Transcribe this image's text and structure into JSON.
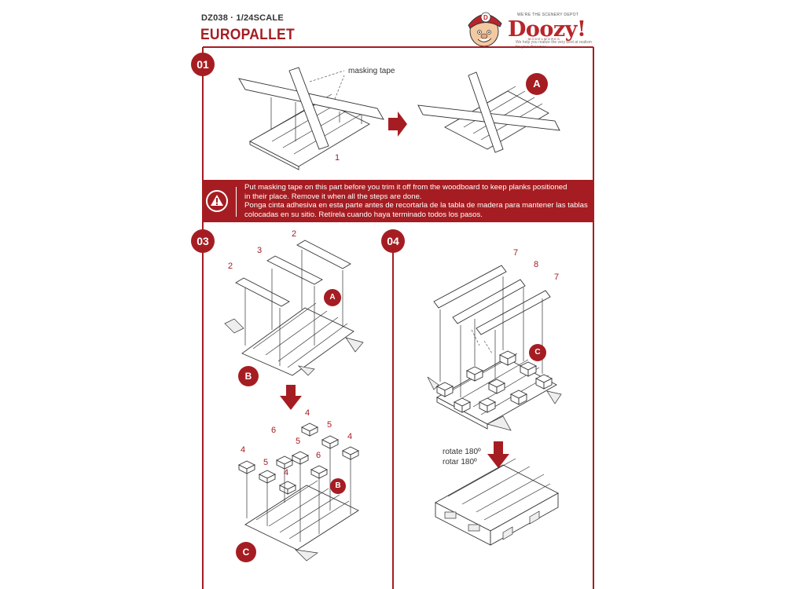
{
  "header": {
    "code": "DZ038 · 1/24SCALE",
    "title": "EUROPALLET"
  },
  "logo": {
    "brand": "Doozy!",
    "tagline": "WE'RE THE SCENERY DEPOT",
    "modelworks": "MODELWORKS",
    "subline": "We help you realize the very best at realism for your dioramas."
  },
  "steps": {
    "s01": "01",
    "s03": "03",
    "s04": "04"
  },
  "step01": {
    "masking_label": "masking tape",
    "part": "1",
    "result_badge": "A"
  },
  "warning": {
    "line1": "Put masking tape on this part before you trim it off from the woodboard to  keep planks positioned",
    "line2": "in their place. Remove it when all the steps are done.",
    "line3": "Ponga cinta adhesiva en esta parte antes de recortarla de la tabla de madera para  mantener las tablas",
    "line4": "colocadas en su sitio. Retírela cuando haya terminado todos los pasos."
  },
  "step03": {
    "parts_top": [
      "2",
      "3",
      "2"
    ],
    "badge_a": "A",
    "badge_b": "B",
    "parts_blocks": [
      "6",
      "4",
      "5",
      "4",
      "4",
      "5",
      "5",
      "6",
      "4"
    ],
    "badge_b2": "B",
    "badge_c": "C"
  },
  "step04": {
    "parts_top": [
      "7",
      "8",
      "7"
    ],
    "badge_c": "C",
    "rotate_en": "rotate 180º",
    "rotate_es": "rotar 180º"
  },
  "colors": {
    "accent": "#a51d22"
  }
}
